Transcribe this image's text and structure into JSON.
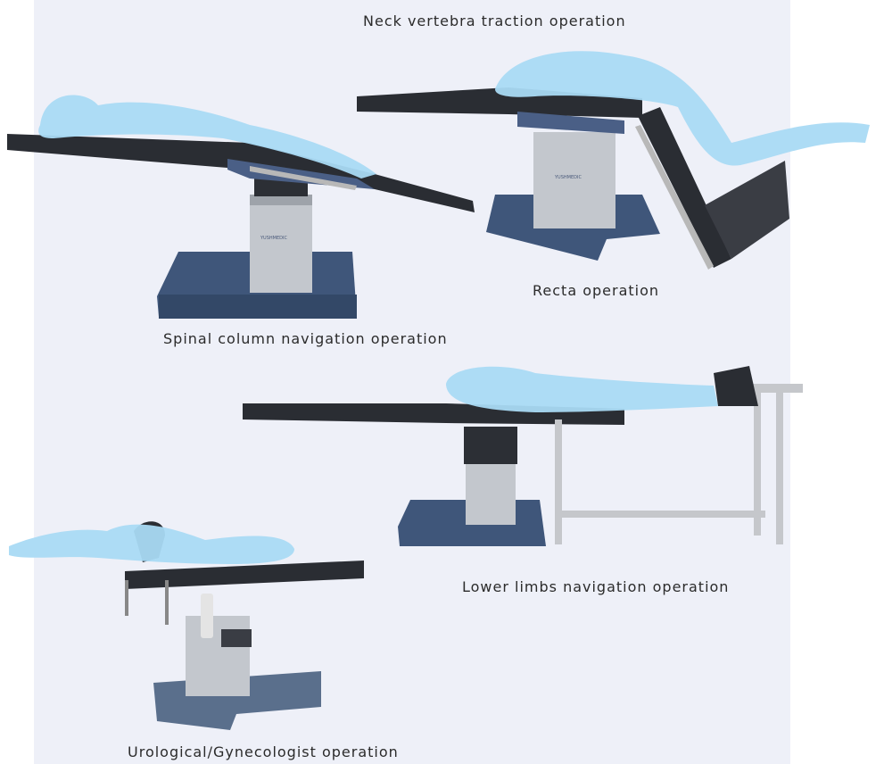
{
  "captions": {
    "neck": "Neck vertebra traction operation",
    "spinal": "Spinal column navigation operation",
    "recta": "Recta operation",
    "lower_limbs": "Lower limbs navigation operation",
    "uro_gyn": "Urological/Gynecologist operation"
  },
  "colors": {
    "panel_bg": "#eef0f8",
    "patient_silhouette": "#a9daf4",
    "table_top": "#2a2d33",
    "base_blue": "#3f567a",
    "column_gray": "#bfc3c9"
  }
}
